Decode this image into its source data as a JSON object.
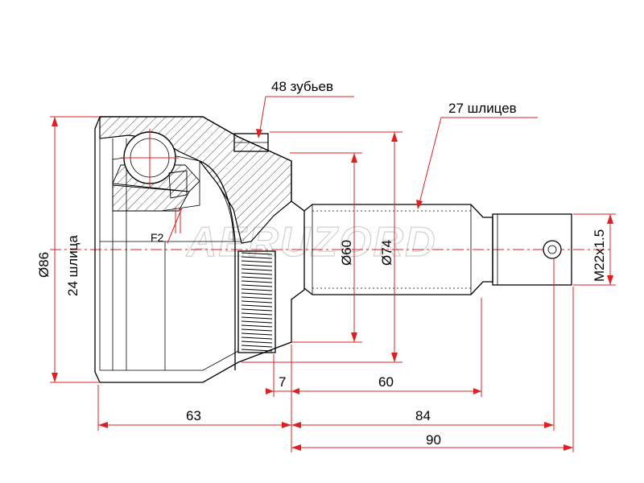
{
  "labels": {
    "teeth": "48 зубьев",
    "splines_outer": "27 шлицев",
    "diameter_86": "Ø86",
    "splines_inner": "24 шлица",
    "diameter_60": "Ø60",
    "diameter_74": "Ø74",
    "thread": "M22x1.5",
    "f2": "F2",
    "dim_7": "7",
    "dim_60": "60",
    "dim_63": "63",
    "dim_84": "84",
    "dim_90": "90"
  },
  "watermark": "AERUZORD",
  "colors": {
    "dimension": "#e02020",
    "outline": "#000000",
    "watermark": "#d0d0d0"
  }
}
